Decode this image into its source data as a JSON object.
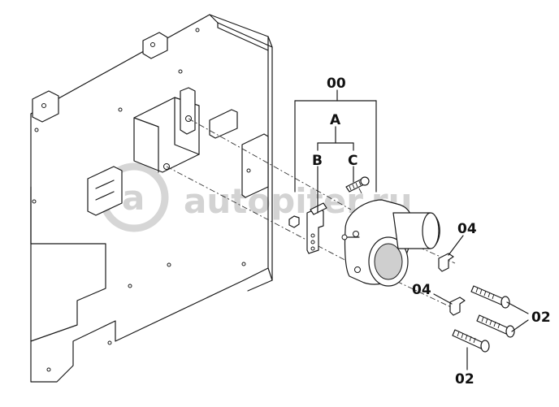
{
  "diagram": {
    "labels": {
      "assembly": "00",
      "sub_a": "A",
      "sub_b": "B",
      "sub_c": "C",
      "clip_upper": "04",
      "clip_lower": "04",
      "bolts_right": "02",
      "bolt_bottom": "02"
    },
    "watermark": {
      "logo": "a",
      "text": "autopiter.ru"
    }
  }
}
